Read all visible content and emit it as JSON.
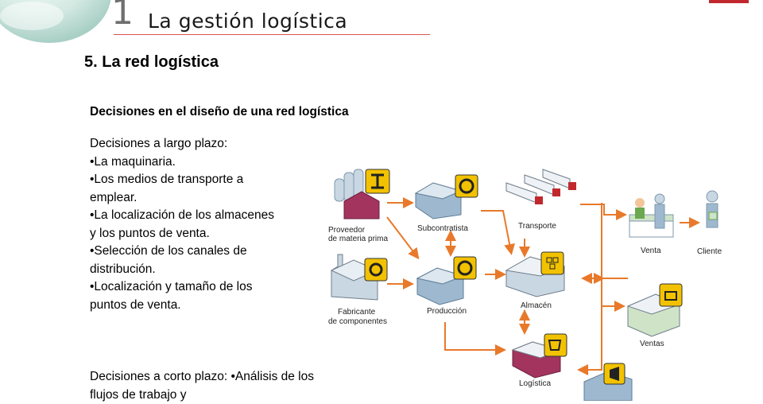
{
  "header": {
    "slide_number": "1",
    "title": "La gestión logística"
  },
  "section_title": "5. La red logística",
  "subheading": "Decisiones en el diseño de una red logística",
  "long_term": {
    "heading": "Decisiones a largo plazo:",
    "items": [
      "•La maquinaria.",
      "•Los medios de transporte a",
      "emplear.",
      "•La localización de los almacenes",
      "y los puntos de venta.",
      "•Selección de los canales de",
      "distribución.",
      "•Localización y tamaño de los",
      "puntos de venta."
    ]
  },
  "short_term": {
    "heading": "Decisiones a corto plazo:",
    "items": [
      "•Análisis de los flujos de trabajo y"
    ]
  },
  "diagram": {
    "labels": {
      "proveedor_1": "Proveedor",
      "proveedor_2": "de materia prima",
      "subcontratista": "Subcontratista",
      "transporte": "Transporte",
      "venta": "Venta",
      "cliente": "Cliente",
      "fabricante_1": "Fabricante",
      "fabricante_2": "de componentes",
      "produccion": "Producción",
      "almacen": "Almacén",
      "ventas": "Ventas",
      "logistica": "Logística"
    },
    "colors": {
      "arrow": "#e8792b",
      "badge": "#f2c200",
      "building": "#9db8cf",
      "roof": "#c9d7e3"
    }
  }
}
